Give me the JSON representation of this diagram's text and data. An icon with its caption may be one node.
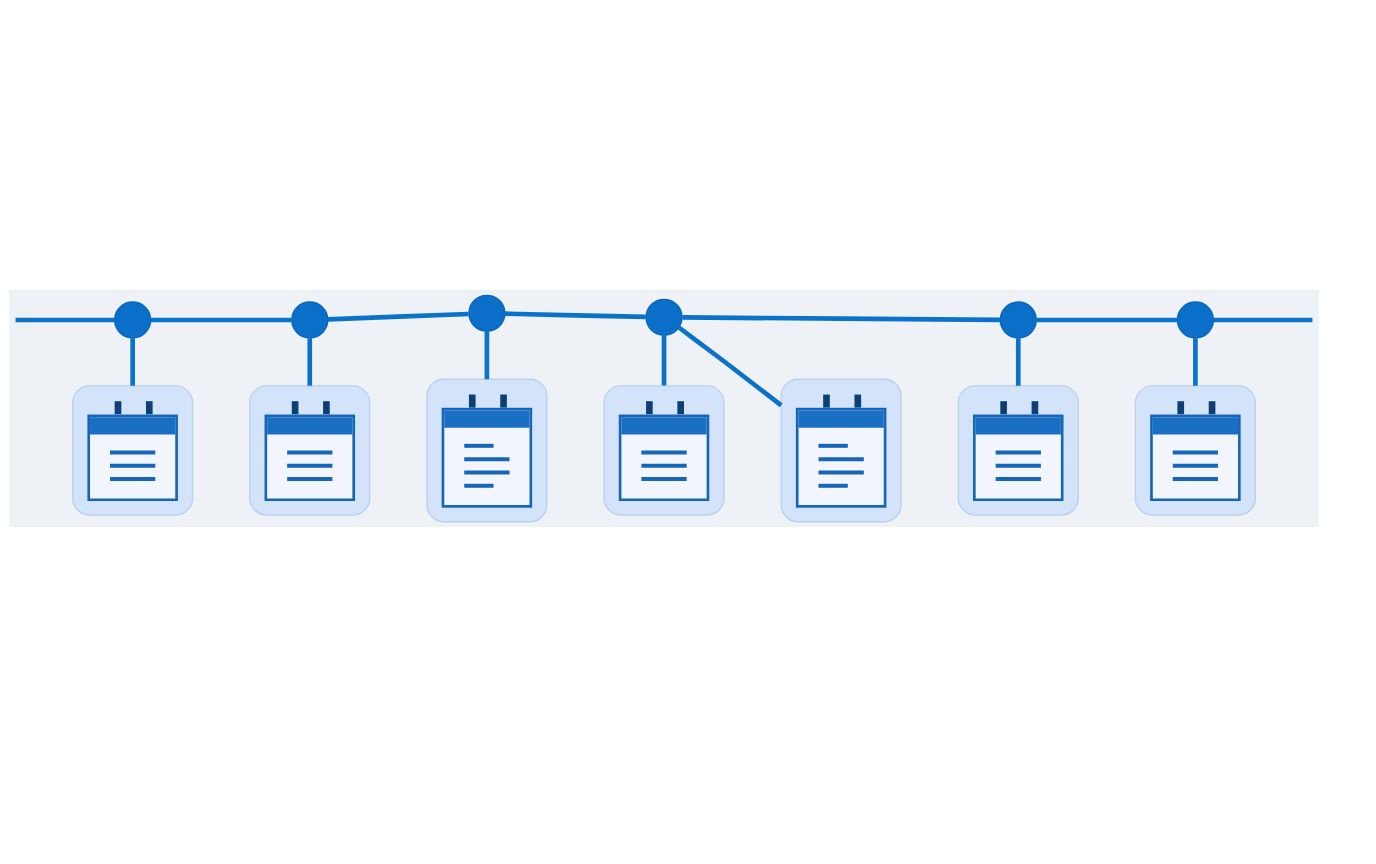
{
  "diagram": {
    "nodes": [
      {
        "text": [],
        "shape": "circle"
      },
      {
        "text": [],
        "shape": "picture"
      },
      {
        "text": [],
        "shape": "circle"
      },
      {
        "text": [],
        "shape": "picture"
      },
      {
        "text": [],
        "shape": "circle"
      },
      {
        "text": [],
        "shape": "picture"
      },
      {
        "text": [],
        "shape": "circle"
      },
      {
        "text": [],
        "shape": "picture"
      },
      {
        "text": [],
        "shape": "picture"
      },
      {
        "text": [],
        "shape": "circle"
      },
      {
        "text": [],
        "shape": "picture"
      },
      {
        "text": [],
        "shape": "circle"
      },
      {
        "text": [],
        "shape": "picture"
      }
    ],
    "edges": [
      {
        "from": null,
        "to": 0,
        "arrow": "none"
      },
      {
        "from": 0,
        "to": 1,
        "arrow": "none"
      },
      {
        "from": 0,
        "to": 2,
        "arrow": "none"
      },
      {
        "from": 2,
        "to": 3,
        "arrow": "none"
      },
      {
        "from": 2,
        "to": 4,
        "arrow": "none"
      },
      {
        "from": 4,
        "to": 5,
        "arrow": "none"
      },
      {
        "from": 4,
        "to": 6,
        "arrow": "none"
      },
      {
        "from": 6,
        "to": 7,
        "arrow": "none"
      },
      {
        "from": 6,
        "to": 9,
        "arrow": "none"
      },
      {
        "from": 6,
        "to": 8,
        "arrow": "none"
      },
      {
        "from": 9,
        "to": 10,
        "arrow": "none"
      },
      {
        "from": 9,
        "to": 11,
        "arrow": "none"
      },
      {
        "from": 11,
        "to": 12,
        "arrow": "none"
      },
      {
        "from": 11,
        "to": null,
        "arrow": "none"
      }
    ]
  }
}
